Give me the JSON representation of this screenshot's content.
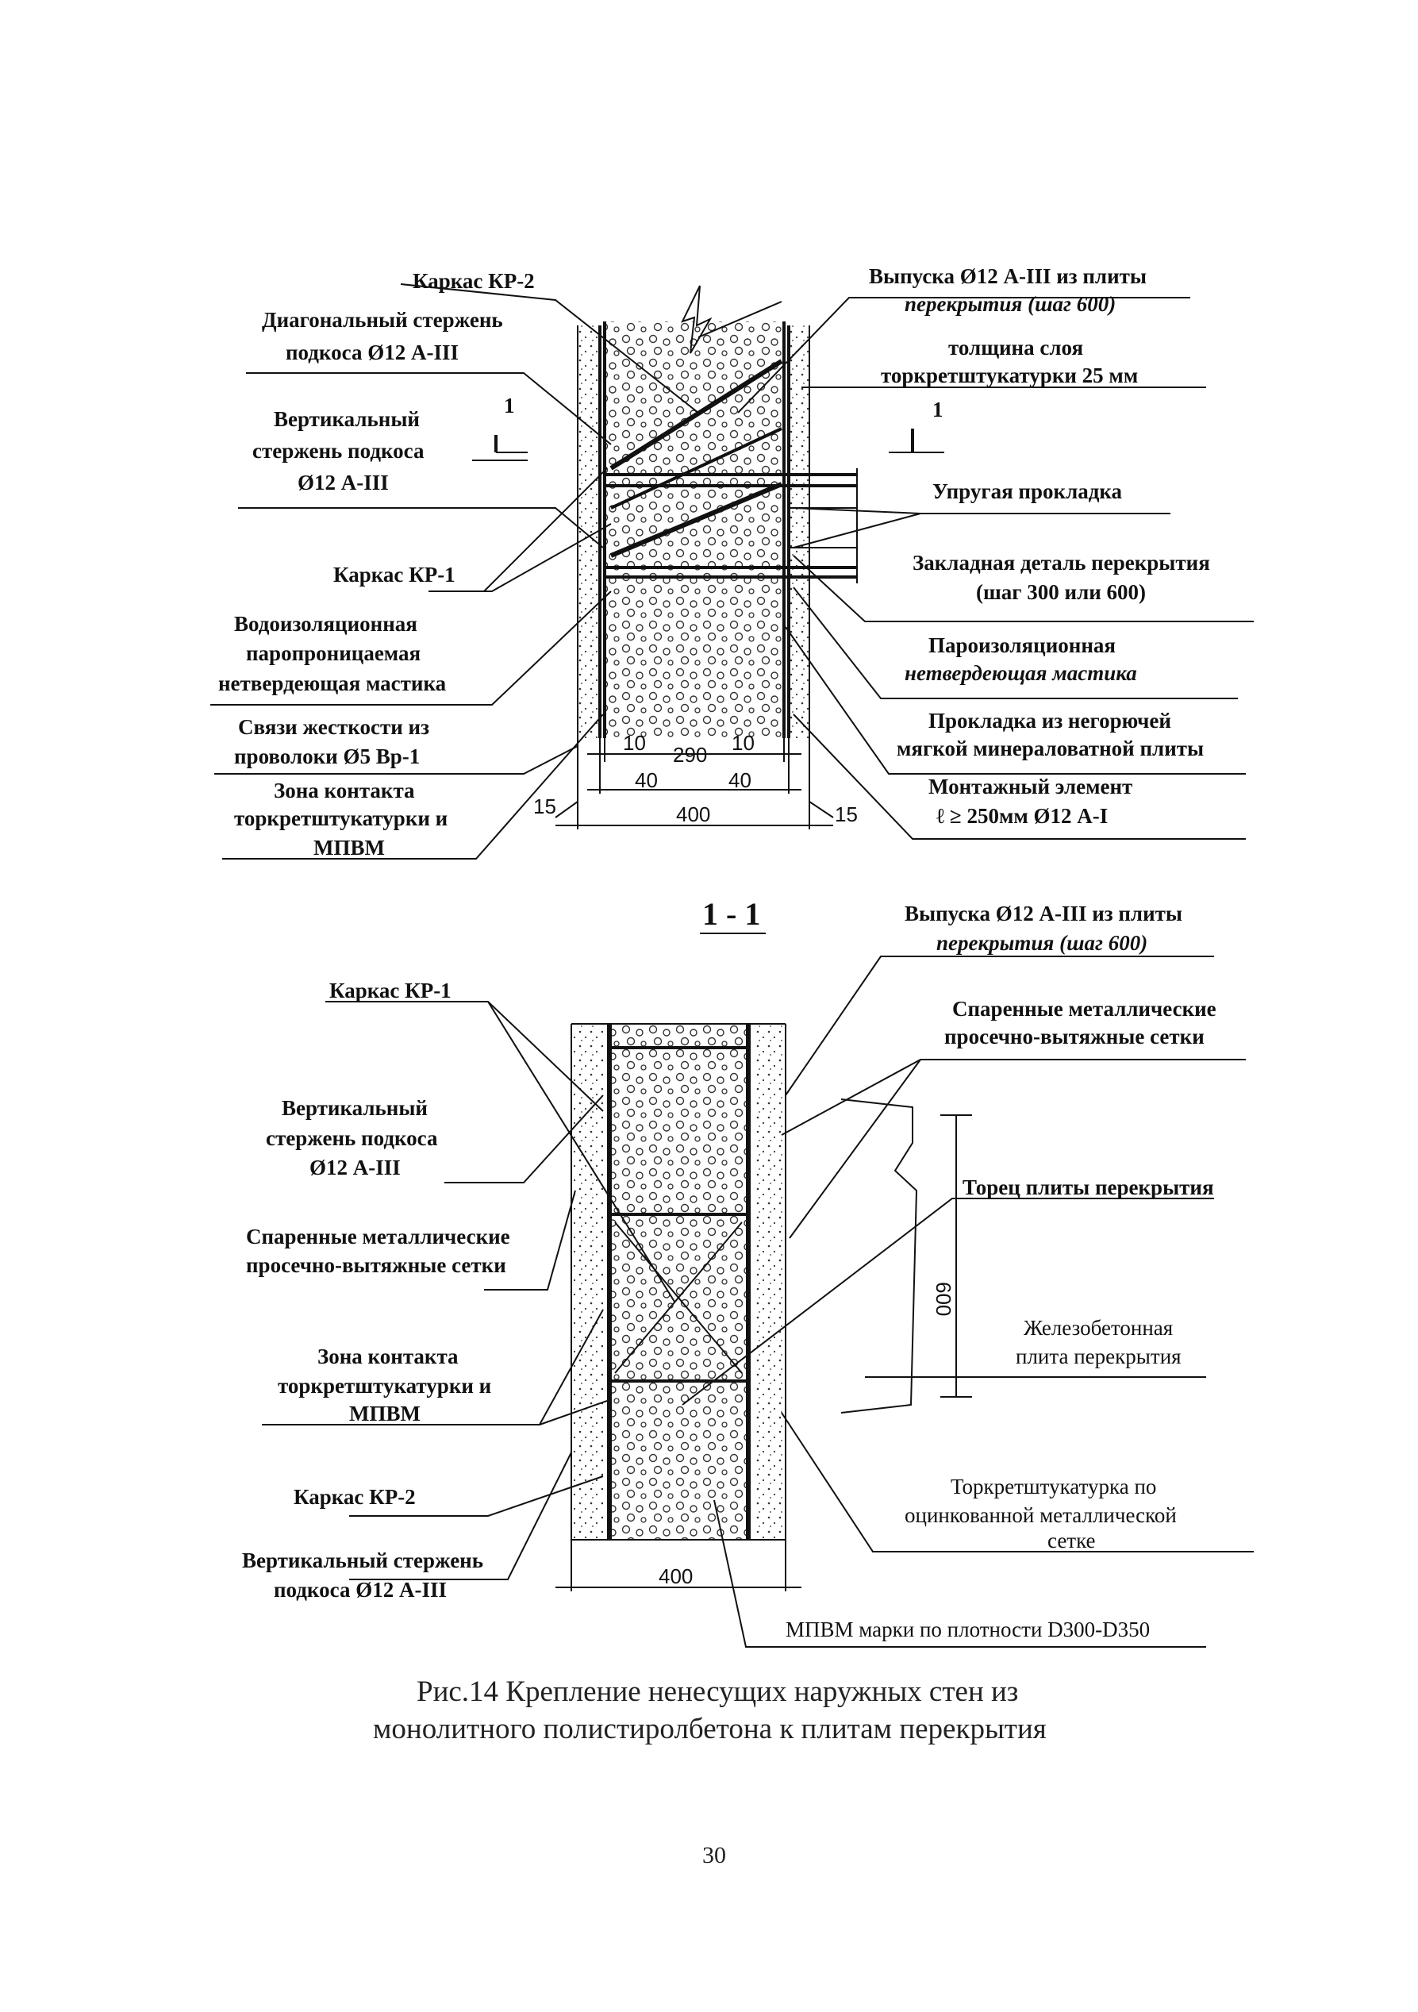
{
  "top": {
    "labels": {
      "karkas_kr2": "Каркас КР-2",
      "diag_rod_1": "Диагональный стержень",
      "diag_rod_2": "подкоса Ø12 А-III",
      "vert_rod_1": "Вертикальный",
      "vert_rod_2": "стержень подкоса",
      "vert_rod_3": "Ø12 А-III",
      "karkas_kr1": "Каркас КР-1",
      "waterproof_1": "Водоизоляционная",
      "waterproof_2": "паропроницаемая",
      "waterproof_3": "нетвердеющая мастика",
      "ties_1": "Связи жесткости из",
      "ties_2": "проволоки Ø5 Вр-1",
      "contact_1": "Зона контакта",
      "contact_2": "торкретштукатурки и",
      "contact_3": "МПВМ",
      "outlets_1": "Выпуска Ø12 А-III из плиты",
      "outlets_2": "перекрытия (шаг 600)",
      "layer_1": "толщина слоя",
      "layer_2": "торкретштукатурки 25 мм",
      "gasket": "Упругая прокладка",
      "embed_1": "Закладная деталь перекрытия",
      "embed_2": "(шаг 300 или 600)",
      "vapor_1": "Пароизоляционная",
      "vapor_2": "нетвердеющая мастика",
      "mineral_1": "Прокладка из негорючей",
      "mineral_2": "мягкой минераловатной плиты",
      "mount_1": "Монтажный элемент",
      "mount_2": "ℓ ≥ 250мм Ø12 А-I",
      "section_mark_left": "1",
      "section_mark_right": "1"
    },
    "dims": {
      "d10a": "10",
      "d290": "290",
      "d10b": "10",
      "d40a": "40",
      "d40b": "40",
      "d15a": "15",
      "d15b": "15",
      "d400": "400"
    }
  },
  "section": {
    "title": "1 - 1",
    "labels": {
      "outlets_1": "Выпуска Ø12 А-III из плиты",
      "outlets_2": "перекрытия (шаг 600)",
      "karkas_kr1": "Каркас КР-1",
      "mesh_r_1": "Спаренные металлические",
      "mesh_r_2": "просечно-вытяжные сетки",
      "vert_rod_1": "Вертикальный",
      "vert_rod_2": "стержень подкоса",
      "vert_rod_3": "Ø12 А-III",
      "slab_end": "Торец плиты перекрытия",
      "mesh_l_1": "Спаренные металлические",
      "mesh_l_2": "просечно-вытяжные сетки",
      "rc_slab_1": "Железобетонная",
      "rc_slab_2": "плита перекрытия",
      "contact_1": "Зона контакта",
      "contact_2": "торкретштукатурки и",
      "contact_3": "МПВМ",
      "karkas_kr2": "Каркас КР-2",
      "plaster_1": "Торкретштукатурка по",
      "plaster_2": "оцинкованной металлической",
      "plaster_3": "сетке",
      "vert_rod2_1": "Вертикальный стержень",
      "vert_rod2_2": "подкоса Ø12 А-III",
      "mpvm": "МПВМ марки по плотности D300-D350"
    },
    "dims": {
      "d600": "600",
      "d400": "400"
    }
  },
  "caption": {
    "line1": "Рис.14 Крепление ненесущих наружных стен из",
    "line2": "монолитного полистиролбетона к плитам перекрытия"
  },
  "page_number": "30"
}
